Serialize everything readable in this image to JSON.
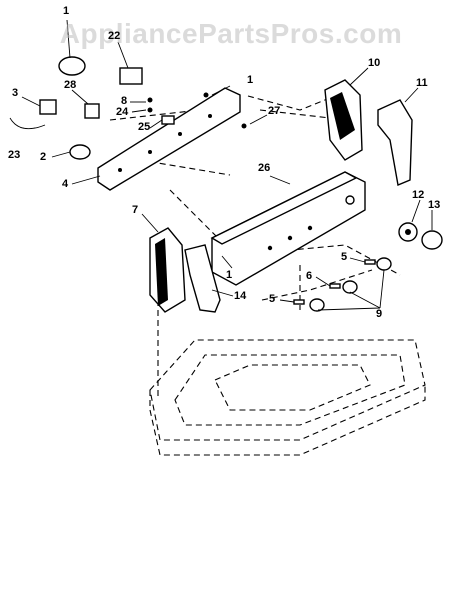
{
  "watermark": "AppliancePartsPros.com",
  "callouts": {
    "c1a": "1",
    "c22": "22",
    "c1b": "1",
    "c3": "3",
    "c28": "28",
    "c8": "8",
    "c24": "24",
    "c25": "25",
    "c27": "27",
    "c2": "2",
    "c23": "23",
    "c4": "4",
    "c10": "10",
    "c11": "11",
    "c26": "26",
    "c12": "12",
    "c13": "13",
    "c7": "7",
    "c1c": "1",
    "c14": "14",
    "c5a": "5",
    "c6": "6",
    "c5b": "5",
    "c9": "9"
  }
}
